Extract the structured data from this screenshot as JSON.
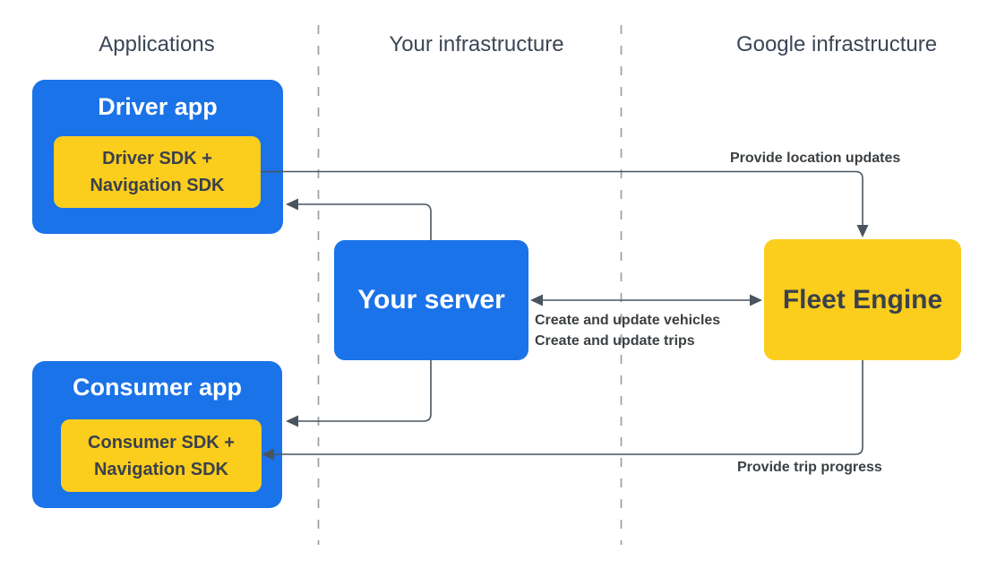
{
  "colors": {
    "box_blue": "#1a73e8",
    "box_yellow": "#fbcd1d",
    "connector": "#4a545e",
    "lane_divider": "#98a0a6",
    "heading_text": "#3b4656",
    "edge_label_text": "#3c4043",
    "sdk_text": "#3a414b",
    "app_title_text": "#ffffff"
  },
  "lanes": [
    {
      "label": "Applications"
    },
    {
      "label": "Your infrastructure"
    },
    {
      "label": "Google infrastructure"
    }
  ],
  "nodes": {
    "driver_app": {
      "title": "Driver app",
      "sdk_line1": "Driver SDK +",
      "sdk_line2": "Navigation SDK"
    },
    "consumer_app": {
      "title": "Consumer app",
      "sdk_line1": "Consumer SDK +",
      "sdk_line2": "Navigation SDK"
    },
    "your_server": {
      "title": "Your server"
    },
    "fleet_engine": {
      "title": "Fleet Engine"
    }
  },
  "edges": {
    "driver_to_fleet": {
      "label": "Provide location updates"
    },
    "server_fleet": {
      "line1": "Create and update vehicles",
      "line2": "Create and update trips"
    },
    "fleet_to_consumer": {
      "label": "Provide trip progress"
    }
  }
}
